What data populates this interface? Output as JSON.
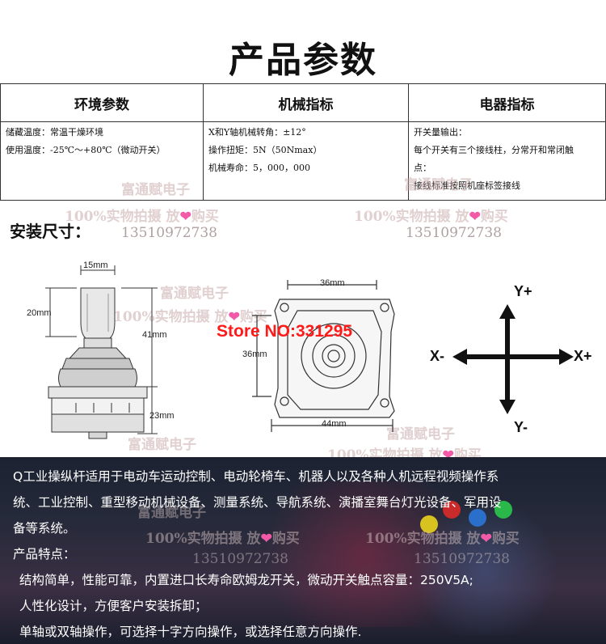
{
  "title": "产品参数",
  "spec_table": {
    "headers": [
      "环境参数",
      "机械指标",
      "电器指标"
    ],
    "env": [
      "储藏温度：常温干燥环境",
      "使用温度：-25℃～+80℃（微动开关）"
    ],
    "mech": [
      "X和Y轴机械转角：±12°",
      "操作扭矩：5N（50Nmax）",
      "机械寿命：5，000，000"
    ],
    "elec": [
      "开关量输出：",
      "每个开关有三个接线柱，分常开和常闭触",
      "点：",
      "接线标准按照机座标签接线"
    ]
  },
  "install_label": "安装尺寸：",
  "watermarks": {
    "company": "富通赋电子",
    "real_photo": "100%实物拍摄 放",
    "buy": "购买",
    "phone": "13510972738"
  },
  "store_label": "Store NO:331295",
  "dimensions": {
    "top_width": "15mm",
    "handle_height": "20mm",
    "total_height": "41mm",
    "base_height": "23mm",
    "plate_top": "36mm",
    "plate_side": "36mm",
    "plate_bottom": "44mm"
  },
  "axes": {
    "y_plus": "Y+",
    "y_minus": "Y-",
    "x_plus": "X+",
    "x_minus": "X-"
  },
  "description": {
    "line1": "Q工业操纵杆适用于电动车运动控制、电动轮椅车、机器人以及各种人机远程视频操作系",
    "line2": "统、工业控制、重型移动机械设备、测量系统、导航系统、演播室舞台灯光设备、军用设",
    "line3": "备等系统。",
    "features_title": "产品特点：",
    "feature1": "结构简单，性能可靠，内置进口长寿命欧姆龙开关，微动开关触点容量：250V5A;",
    "feature2": "人性化设计，方便客户安装拆卸；",
    "feature3": "单轴或双轴操作，可选择十字方向操作，或选择任意方向操作."
  },
  "colors": {
    "store_red": "#ff1a1a",
    "heart_pink": "#f25aa8",
    "panel_dark": "#1c2232"
  }
}
